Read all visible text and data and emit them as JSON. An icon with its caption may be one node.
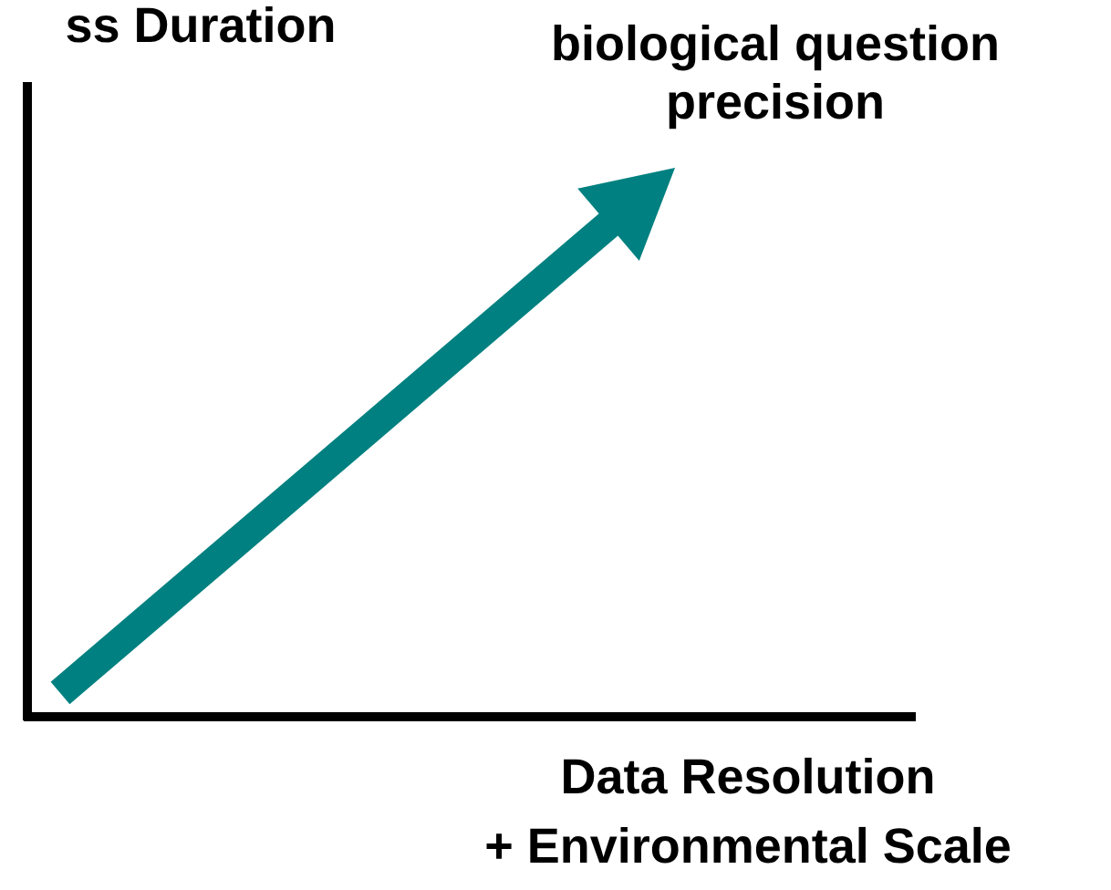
{
  "diagram": {
    "labels": [
      "ss Duration",
      "biological question precision",
      "Data Resolution",
      "+ Environmental Scale"
    ]
  }
}
